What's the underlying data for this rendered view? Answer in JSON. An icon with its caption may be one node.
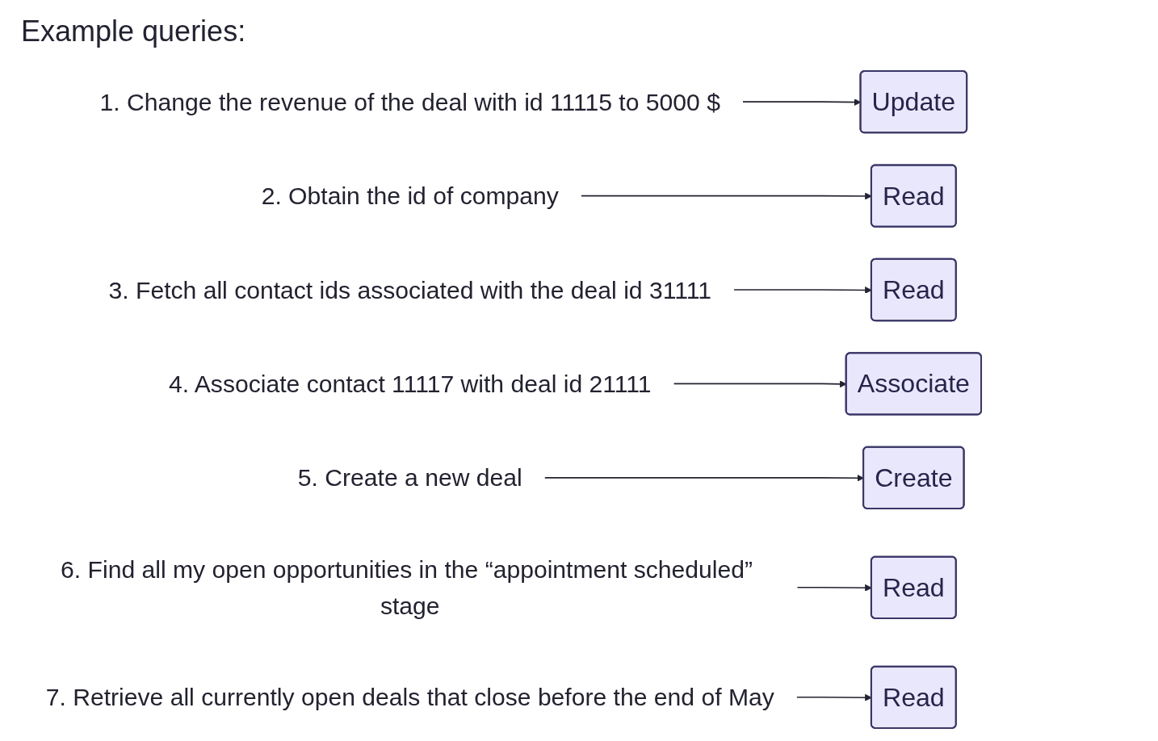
{
  "diagram": {
    "title": "Example queries:",
    "nodes": [
      {
        "text": [
          "1. Change the revenue of the deal with id 11115 to 5000 $"
        ]
      },
      {
        "text": [
          "Update"
        ]
      },
      {
        "text": [
          "2. Obtain the id of company"
        ]
      },
      {
        "text": [
          "Read"
        ]
      },
      {
        "text": [
          "3. Fetch all contact ids associated with the deal id 31111"
        ]
      },
      {
        "text": [
          "Read"
        ]
      },
      {
        "text": [
          "4. Associate contact 11117 with deal id 21111"
        ]
      },
      {
        "text": [
          "Associate"
        ]
      },
      {
        "text": [
          "5. Create a new deal"
        ]
      },
      {
        "text": [
          "Create"
        ]
      },
      {
        "text": [
          "6. Find all my open opportunities in the “appointment scheduled” stage"
        ]
      },
      {
        "text": [
          "Read"
        ]
      },
      {
        "text": [
          "7. Retrieve all currently open deals that close before the end of May"
        ]
      },
      {
        "text": [
          "Read"
        ]
      }
    ],
    "edges": [
      {
        "from": 0,
        "to": 1,
        "arrow": "to"
      },
      {
        "from": 2,
        "to": 3,
        "arrow": "to"
      },
      {
        "from": 4,
        "to": 5,
        "arrow": "to"
      },
      {
        "from": 6,
        "to": 7,
        "arrow": "to"
      },
      {
        "from": 8,
        "to": 9,
        "arrow": "to"
      },
      {
        "from": 10,
        "to": 11,
        "arrow": "to"
      },
      {
        "from": 12,
        "to": 13,
        "arrow": "to"
      }
    ]
  }
}
